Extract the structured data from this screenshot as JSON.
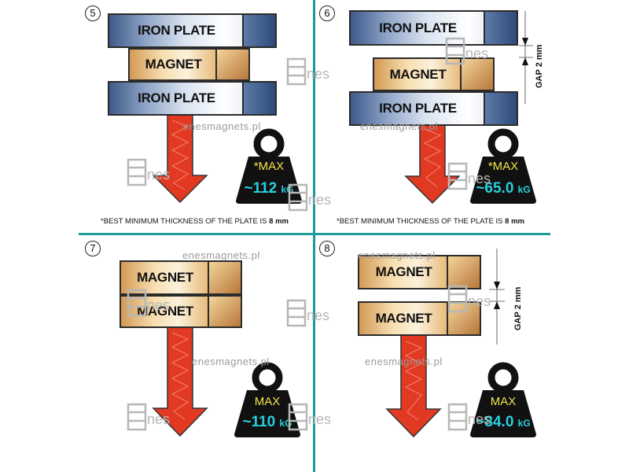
{
  "watermark_url": "enesmagnets.pl",
  "watermark_logo": "Enes",
  "panels": [
    {
      "number": "5",
      "blocks": [
        "IRON PLATE",
        "MAGNET",
        "IRON PLATE"
      ],
      "max_label": "*MAX",
      "value": "~112",
      "unit": "kG",
      "note": "*BEST MINIMUM THICKNESS OF THE PLATE IS ",
      "note_bold": "8 mm"
    },
    {
      "number": "6",
      "blocks": [
        "IRON PLATE",
        "MAGNET",
        "IRON PLATE"
      ],
      "gap_label": "GAP 2 mm",
      "max_label": "*MAX",
      "value": "~65.0",
      "unit": "kG",
      "note": "*BEST MINIMUM THICKNESS OF THE PLATE IS ",
      "note_bold": "8 mm"
    },
    {
      "number": "7",
      "blocks": [
        "MAGNET",
        "MAGNET"
      ],
      "max_label": "MAX",
      "value": "~110",
      "unit": "kG"
    },
    {
      "number": "8",
      "blocks": [
        "MAGNET",
        "MAGNET"
      ],
      "gap_label": "GAP 2 mm",
      "max_label": "MAX",
      "value": "~84.0",
      "unit": "kG"
    }
  ],
  "colors": {
    "divider": "#1f9a96",
    "arrow": "#e23a22",
    "weight": "#111111",
    "max_text": "#f2e24a",
    "value_text": "#28d0de"
  }
}
